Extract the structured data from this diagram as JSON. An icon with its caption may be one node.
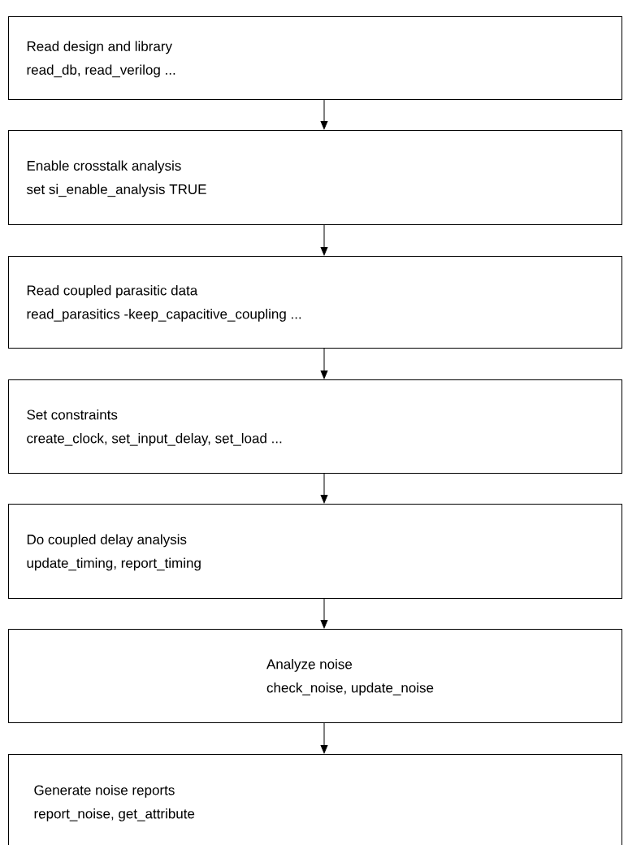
{
  "diagram": {
    "nodes": [
      {
        "text": [
          "Read design and library",
          "read_db, read_verilog ..."
        ]
      },
      {
        "text": [
          "Enable crosstalk analysis",
          "set si_enable_analysis TRUE"
        ]
      },
      {
        "text": [
          "Read coupled parasitic data",
          "read_parasitics -keep_capacitive_coupling ..."
        ]
      },
      {
        "text": [
          "Set constraints",
          "create_clock, set_input_delay, set_load ..."
        ]
      },
      {
        "text": [
          "Do coupled delay analysis",
          "update_timing, report_timing"
        ]
      },
      {
        "text": [
          "Analyze noise",
          "check_noise, update_noise"
        ]
      },
      {
        "text": [
          "Generate noise reports",
          "report_noise, get_attribute"
        ]
      }
    ],
    "edges": [
      {
        "from": 0,
        "to": 1,
        "arrow": "to"
      },
      {
        "from": 1,
        "to": 2,
        "arrow": "to"
      },
      {
        "from": 2,
        "to": 3,
        "arrow": "to"
      },
      {
        "from": 3,
        "to": 4,
        "arrow": "to"
      },
      {
        "from": 4,
        "to": 5,
        "arrow": "to"
      },
      {
        "from": 5,
        "to": 6,
        "arrow": "to"
      }
    ]
  }
}
